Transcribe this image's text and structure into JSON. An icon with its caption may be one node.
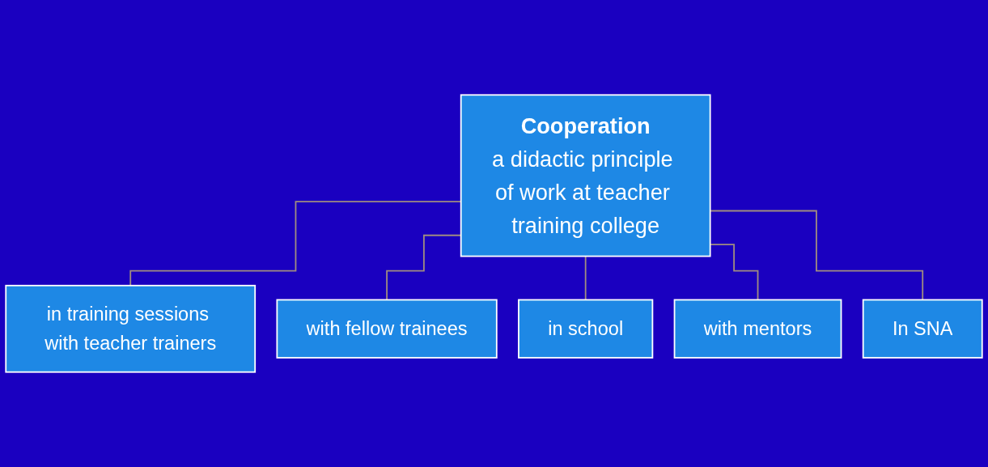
{
  "diagram": {
    "nodes": [
      {
        "text": [
          "Cooperation",
          "a didactic principle of work at teacher training college"
        ]
      },
      {
        "text": [
          "in training sessions with teacher trainers"
        ]
      },
      {
        "text": [
          "with fellow trainees"
        ]
      },
      {
        "text": [
          "in school"
        ]
      },
      {
        "text": [
          "with mentors"
        ]
      },
      {
        "text": [
          "In SNA"
        ]
      }
    ],
    "edges": [
      {
        "from": 0,
        "to": 1,
        "arrow": "none"
      },
      {
        "from": 0,
        "to": 2,
        "arrow": "none"
      },
      {
        "from": 0,
        "to": 3,
        "arrow": "none"
      },
      {
        "from": 0,
        "to": 4,
        "arrow": "none"
      },
      {
        "from": 0,
        "to": 5,
        "arrow": "none"
      }
    ]
  }
}
